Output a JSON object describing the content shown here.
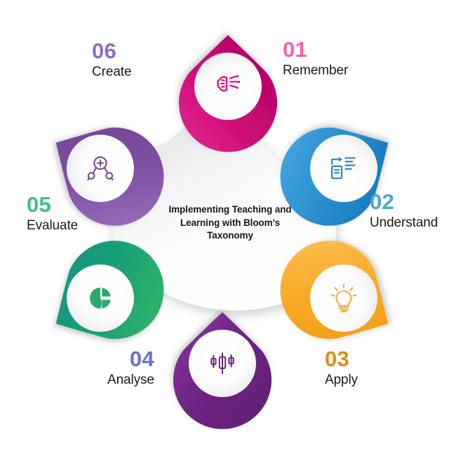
{
  "diagram": {
    "title": "Implementing Teaching and Learning with Bloom's Taxonomy",
    "center": {
      "text_line1": "Implementing Teaching and",
      "text_line2": "Learning with Bloom’s",
      "text_line3": "Taxonomy",
      "fill_light": "#ffffff",
      "fill_shade": "#e3e3e3"
    },
    "steps": [
      {
        "number": "01",
        "label": "Remember",
        "icon": "brain-icon",
        "color": "#c2006c",
        "color_light": "#e6218f",
        "number_color": "#f95fb0",
        "icon_color": "#e0007d",
        "angle_deg": 0
      },
      {
        "number": "02",
        "label": "Understand",
        "icon": "document-arrow-icon",
        "color": "#1b7fc4",
        "color_light": "#42a4e0",
        "number_color": "#4aa8c8",
        "icon_color": "#2a86cb",
        "angle_deg": 60
      },
      {
        "number": "03",
        "label": "Apply",
        "icon": "lightbulb-icon",
        "color": "#f5a623",
        "color_light": "#ffc04d",
        "number_color": "#e08c17",
        "icon_color": "#f9ab3c",
        "angle_deg": 120
      },
      {
        "number": "04",
        "label": "Analyse",
        "icon": "candlestick-chart-icon",
        "color": "#6b2582",
        "color_light": "#8a39a3",
        "number_color": "#6b6fd0",
        "icon_color": "#6b2582",
        "angle_deg": 180
      },
      {
        "number": "05",
        "label": "Evaluate",
        "icon": "pie-chart-icon",
        "color": "#16997d",
        "color_light": "#35b463",
        "number_color": "#3cbf87",
        "icon_color": "#2aa86f",
        "angle_deg": 240
      },
      {
        "number": "06",
        "label": "Create",
        "icon": "node-plus-icon",
        "color": "#7a4a9e",
        "color_light": "#9a6bbd",
        "number_color": "#8f6cc0",
        "icon_color": "#7a4a9e",
        "angle_deg": 300
      }
    ]
  }
}
